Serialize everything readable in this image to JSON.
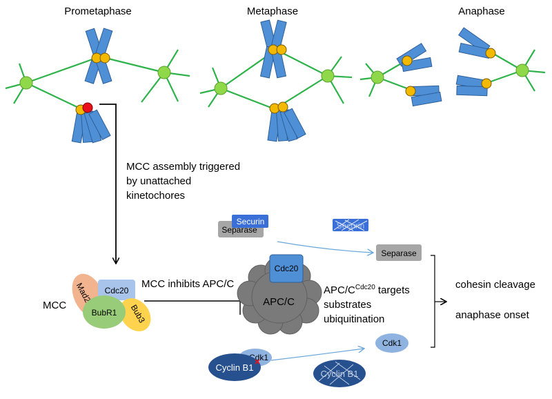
{
  "phases": {
    "prometaphase": "Prometaphase",
    "metaphase": "Metaphase",
    "anaphase": "Anaphase"
  },
  "notes": {
    "mcc_assembly_line1": "MCC assembly triggered",
    "mcc_assembly_line2": "by unattached",
    "mcc_assembly_line3": "kinetochores",
    "mcc_inhibits": "MCC inhibits APC/C",
    "apc_targets_prefix": "APC/C",
    "apc_targets_sup": "Cdc20",
    "apc_targets_suffix": " targets",
    "apc_line2": "substrates",
    "apc_line3": "ubiquitination"
  },
  "mcc": {
    "label": "MCC",
    "mad2": "Mad2",
    "cdc20": "Cdc20",
    "bubr1": "BubR1",
    "bub3": "Bub3"
  },
  "apc": {
    "label": "APC/C",
    "cdc20": "Cdc20"
  },
  "proteins": {
    "securin": "Securin",
    "separase": "Separase",
    "securin_degraded": "Securin",
    "separase_free": "Separase",
    "cdk1_bound": "Cdk1",
    "cyclin_b1": "Cyclin B1",
    "cdk1_free": "Cdk1",
    "cyclin_b1_degraded": "Cyclin B1"
  },
  "outcomes": {
    "cohesin": "cohesin cleavage",
    "onset": "anaphase onset"
  },
  "colors": {
    "spindle": "#2eb34a",
    "pole": "#8fd84a",
    "chromosome": "#4f8fd6",
    "kinetochore": "#f3b800",
    "unattached": "#e8111b",
    "mad2": "#f2b38f",
    "cdc20": "#a9c4ea",
    "bubr1": "#98cc78",
    "bub3": "#ffd34d",
    "apc": "#7a7a7a",
    "securin": "#3a6fd8",
    "separase": "#a6a6a6",
    "cyclin": "#27508e",
    "cdk1": "#8fb3e0",
    "arrow": "#6aa7db"
  }
}
